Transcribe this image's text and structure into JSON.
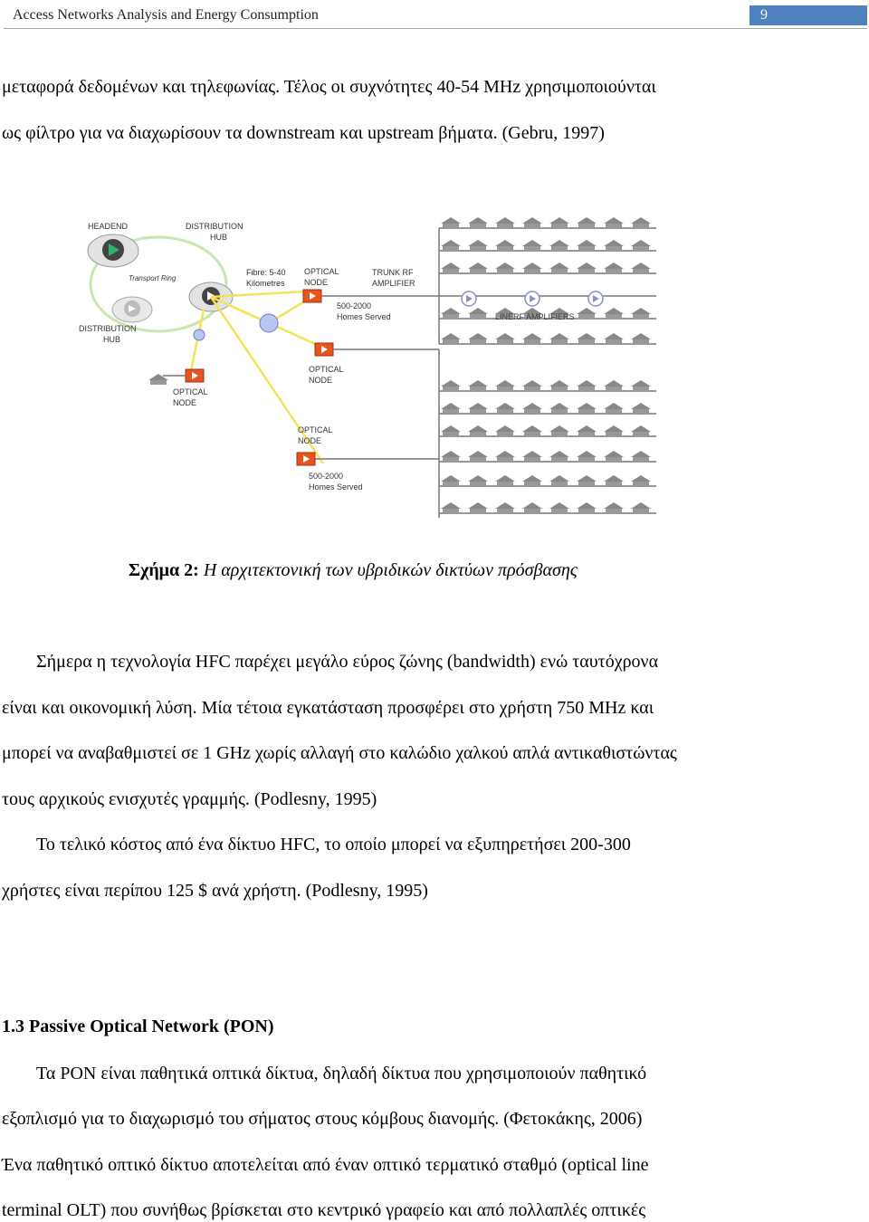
{
  "header": {
    "title": "Access Networks Analysis and Energy Consumption",
    "page_number": "9"
  },
  "paragraphs": {
    "p1_line1": "μεταφορά δεδομένων και τηλεφωνίας. Τέλος οι συχνότητες 40-54 MHz χρησιμοποιούνται",
    "p1_line2": "ως φίλτρο για να διαχωρίσουν τα downstream και upstream βήματα. (Gebru, 1997)",
    "p2_line1": "Σήμερα η τεχνολογία HFC παρέχει μεγάλο εύρος ζώνης (bandwidth) ενώ ταυτόχρονα",
    "p2_line2": "είναι και οικονομική λύση. Μία τέτοια εγκατάσταση προσφέρει στο χρήστη 750 MHz και",
    "p2_line3": "μπορεί να αναβαθμιστεί σε 1 GHz χωρίς αλλαγή στο καλώδιο χαλκού απλά αντικαθιστώντας",
    "p2_line4": "τους αρχικούς ενισχυτές γραμμής. (Podlesny, 1995)",
    "p3_line1": "Το τελικό κόστος από ένα δίκτυο HFC, το οποίο μπορεί να εξυπηρετήσει 200-300",
    "p3_line2": "χρήστες είναι περίπου 125 $ ανά χρήστη. (Podlesny, 1995)",
    "p4_line1": "Τα PON είναι παθητικά οπτικά δίκτυα, δηλαδή δίκτυα που χρησιμοποιούν παθητικό",
    "p4_line2": "εξοπλισμό για το διαχωρισμό του σήματος στους κόμβους διανομής. (Φετοκάκης, 2006)",
    "p5_line1": "Ένα παθητικό οπτικό δίκτυο αποτελείται από έναν οπτικό τερματικό σταθμό (optical line",
    "p5_line2": "terminal OLT) που συνήθως βρίσκεται στο κεντρικό γραφείο και από πολλαπλές οπτικές"
  },
  "figure": {
    "caption_label": "Σχήμα 2:",
    "caption_text": "Η αρχιτεκτονική των υβριδικών δικτύων πρόσβασης",
    "labels": {
      "headend": "HEADEND",
      "distribution": "DISTRIBUTION",
      "hub": "HUB",
      "transport_ring": "Transport Ring",
      "fibre_1": "Fibre: 5-40",
      "fibre_2": "Kilometres",
      "optical": "OPTICAL",
      "node": "NODE",
      "trunk_1": "TRUNK RF",
      "trunk_2": "AMPLIFIER",
      "homes_1": "500-2000",
      "homes_2": "Homes Served",
      "line_amps": "LINERF AMPLIFIERS"
    }
  },
  "section": {
    "heading": "1.3 Passive Optical Network (PON)"
  },
  "colors": {
    "page_number_bg": "#4f81bd",
    "node_orange": "#e8541e",
    "fibre_yellow": "#f2e35a",
    "ring_green": "#c9e6b0"
  }
}
